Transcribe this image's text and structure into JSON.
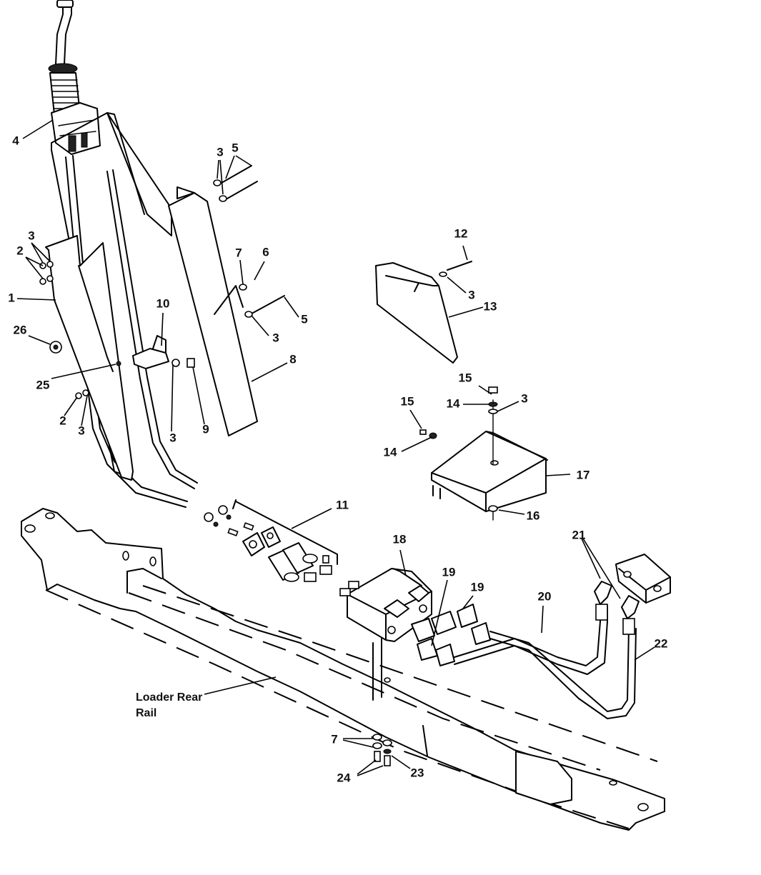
{
  "caption": {
    "line1": "Loader Rear",
    "line2": "Rail"
  },
  "callouts": {
    "c4": "4",
    "c3a": "3",
    "c5a": "5",
    "c3b": "3",
    "c2a": "2",
    "c1": "1",
    "c7a": "7",
    "c6": "6",
    "c10": "10",
    "c5b": "5",
    "c3c": "3",
    "c26": "26",
    "c8": "8",
    "c25": "25",
    "c2b": "2",
    "c3d": "3",
    "c3e": "3",
    "c9": "9",
    "c12": "12",
    "c3f": "3",
    "c13": "13",
    "c15a": "15",
    "c14a": "14",
    "c3g": "3",
    "c15b": "15",
    "c14b": "14",
    "c17": "17",
    "c16": "16",
    "c11": "11",
    "c18": "18",
    "c19a": "19",
    "c19b": "19",
    "c21": "21",
    "c20": "20",
    "c22": "22",
    "c7b": "7",
    "c24": "24",
    "c23": "23"
  },
  "colors": {
    "line": "#000000",
    "background": "#ffffff",
    "text": "#111111"
  }
}
